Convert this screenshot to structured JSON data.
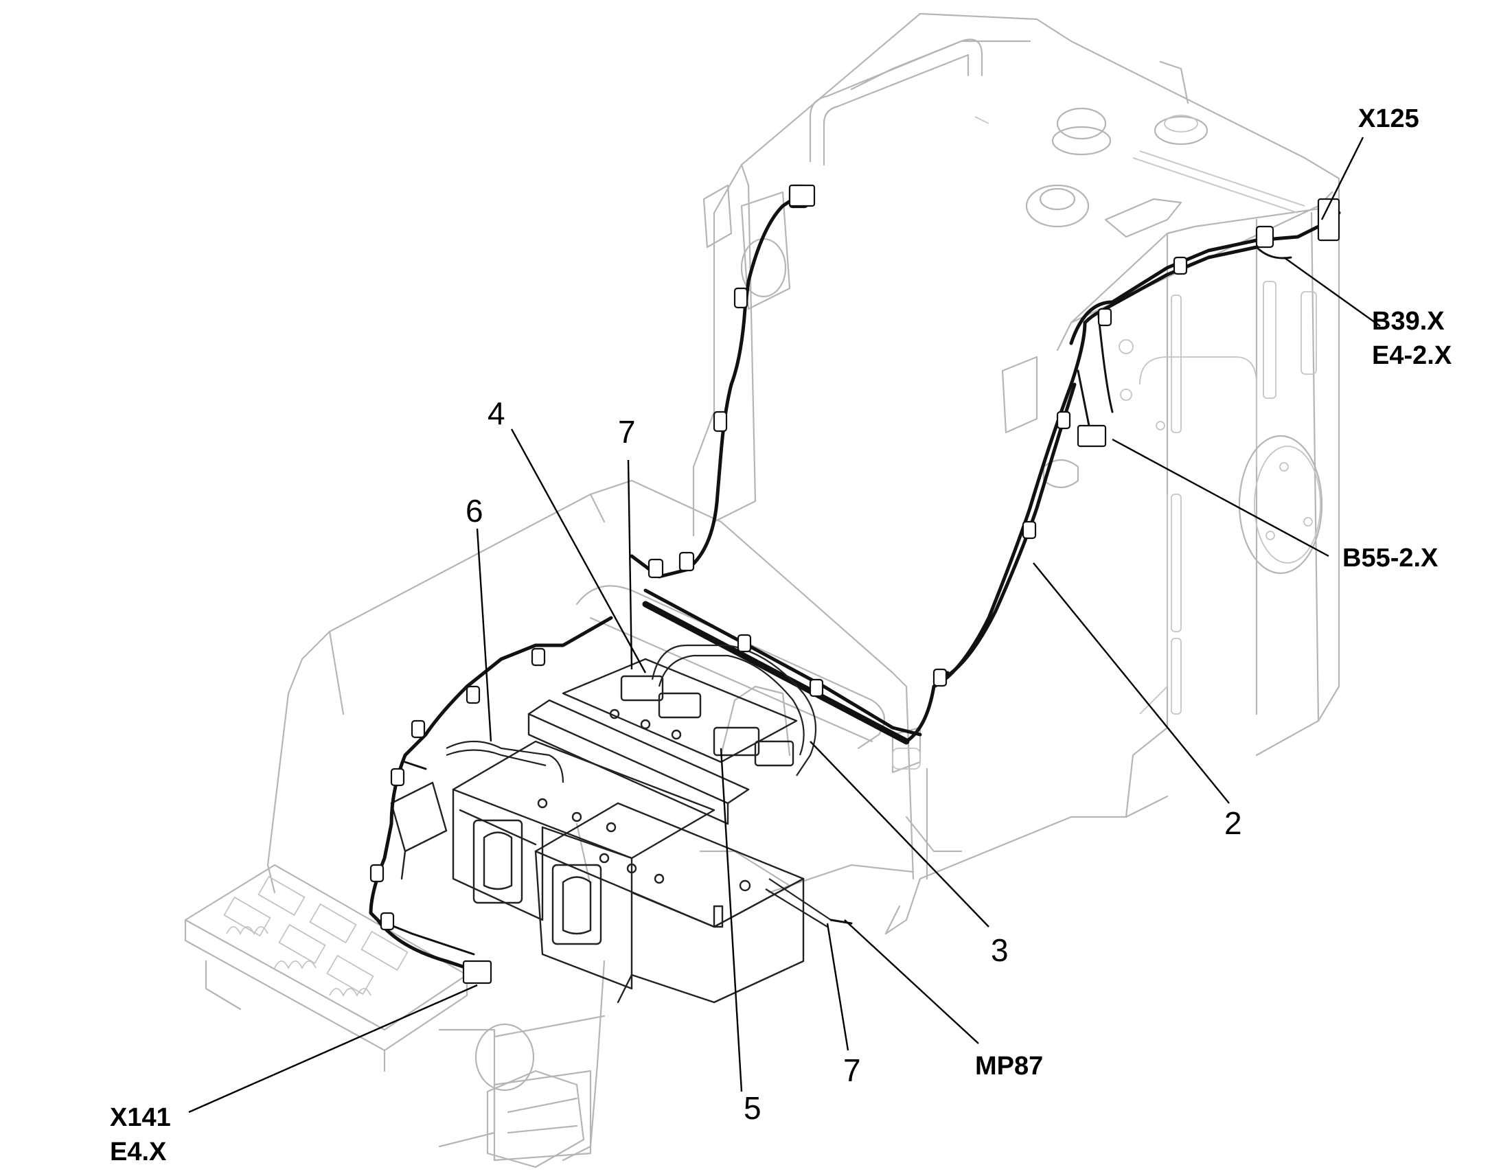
{
  "callouts": {
    "x125": "X125",
    "b39_x": "B39.X",
    "e4_2_x": "E4-2.X",
    "b55_2_x": "B55-2.X",
    "x141": "X141",
    "e4_x": "E4.X",
    "mp87": "MP87",
    "item_2": "2",
    "item_3": "3",
    "item_4": "4",
    "item_5": "5",
    "item_6": "6",
    "item_7_top": "7",
    "item_7_bottom": "7"
  }
}
